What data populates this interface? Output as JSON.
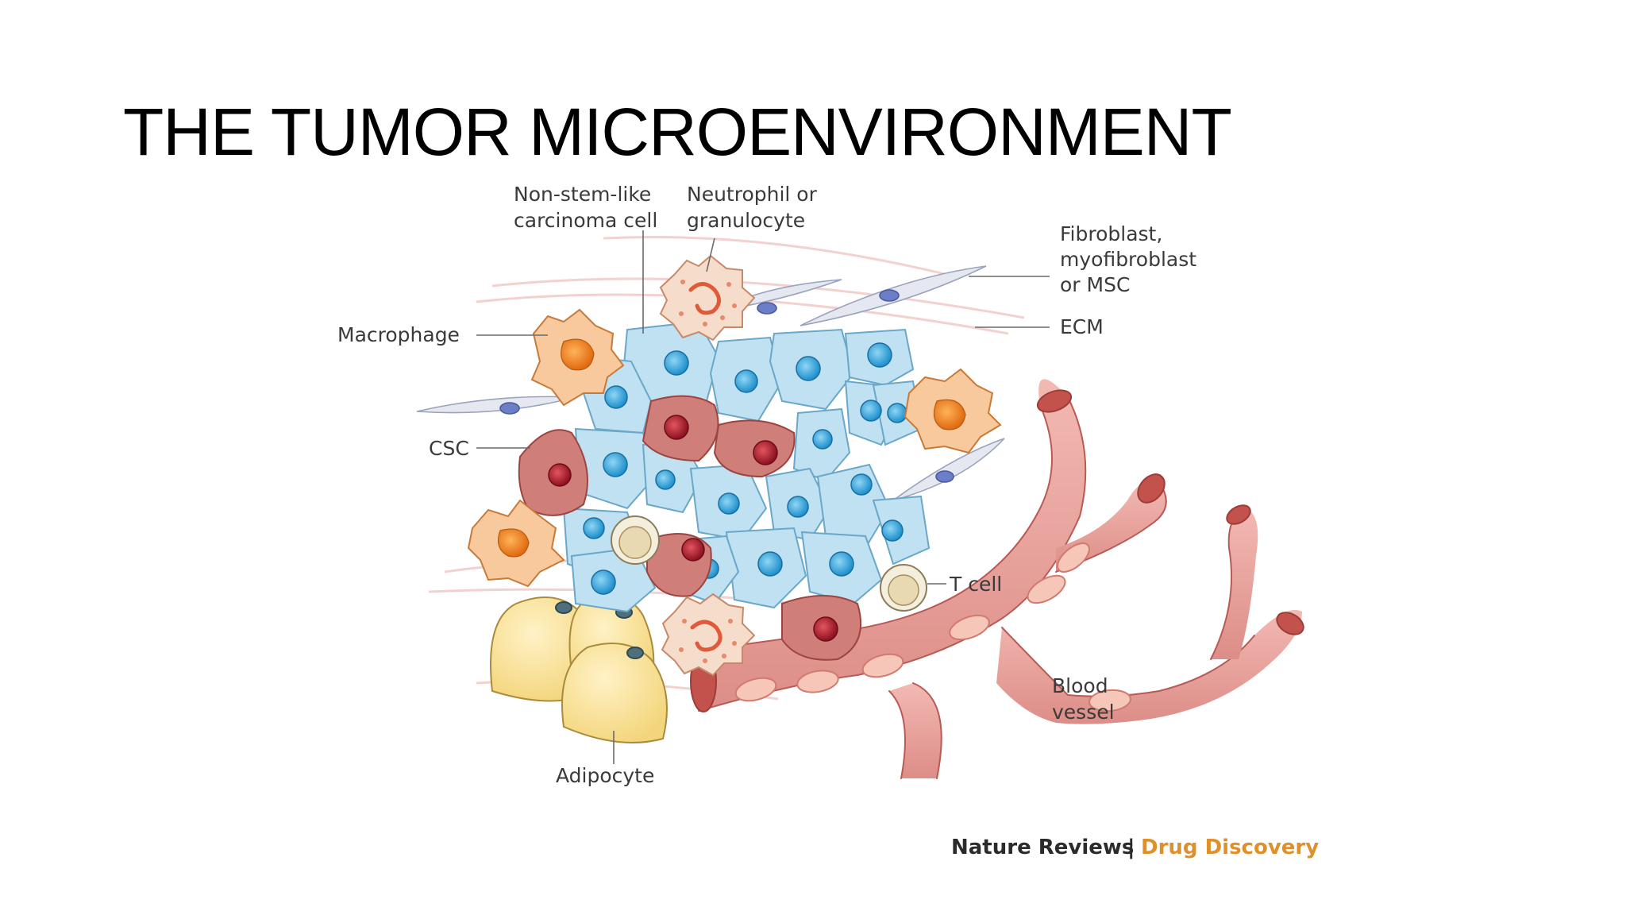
{
  "slide": {
    "title": "THE TUMOR MICROENVIRONMENT"
  },
  "labels": {
    "non_stem_1": "Non-stem-like",
    "non_stem_2": "carcinoma cell",
    "neutrophil_1": "Neutrophil or",
    "neutrophil_2": "granulocyte",
    "fibroblast_1": "Fibroblast,",
    "fibroblast_2": "myofibroblast",
    "fibroblast_3": "or MSC",
    "ecm": "ECM",
    "macrophage": "Macrophage",
    "csc": "CSC",
    "tcell": "T cell",
    "blood_1": "Blood",
    "blood_2": "vessel",
    "adipocyte": "Adipocyte"
  },
  "credit": {
    "journal": "Nature Reviews",
    "separator": "|",
    "section": "Drug Discovery"
  },
  "colors": {
    "carcinoma": "#bfe1f2",
    "carcinoma_nucleus": "#29a3d9",
    "csc": "#c97672",
    "csc_nucleus": "#b01e2e",
    "macrophage": "#f7c89a",
    "macrophage_nucleus": "#ee7f1d",
    "adipocyte": "#fbe29a",
    "vessel": "#eaa29c",
    "fibroblast": "#e3e7f0",
    "ecm": "#f3c7c4",
    "accent_credit": "#e0902a"
  }
}
